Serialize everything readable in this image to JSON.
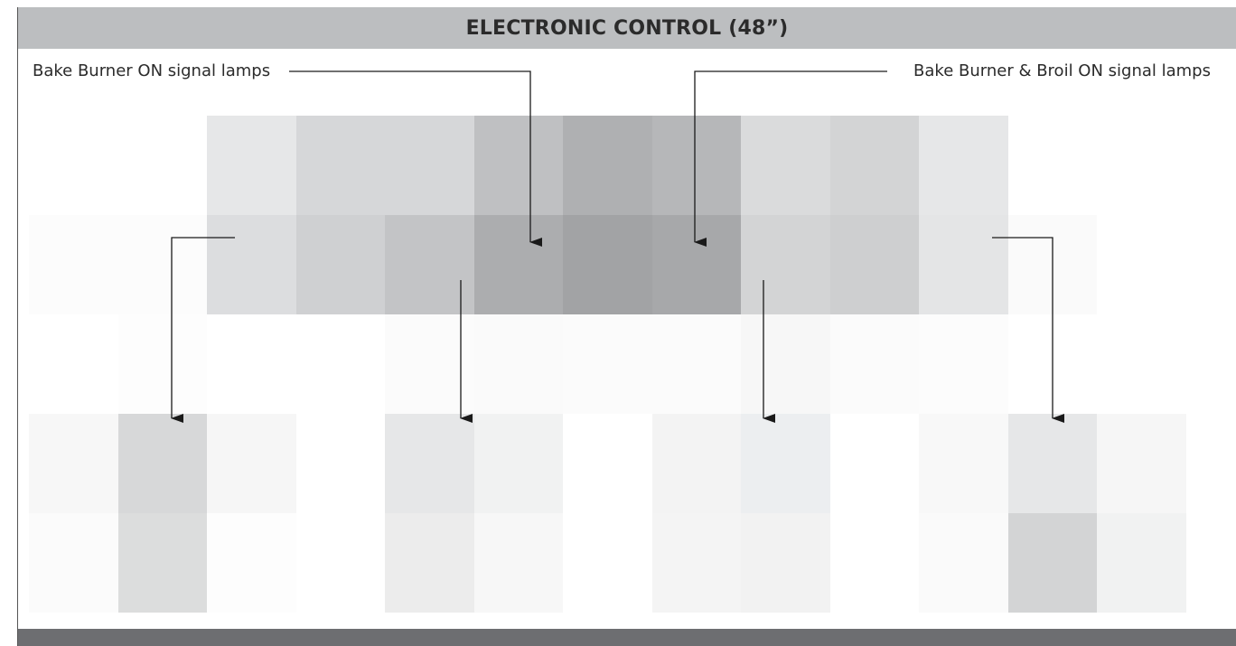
{
  "header": {
    "title": "ELECTRONIC CONTROL (48”)"
  },
  "callouts": {
    "left": "Bake Burner ON signal lamps",
    "right": "Bake Burner & Broil ON signal lamps"
  },
  "tiles": {
    "cols": 13,
    "rows": [
      [
        "#ffffff",
        "#ffffff",
        "#e6e7e8",
        "#d6d7d9",
        "#d6d7d9",
        "#bfc0c2",
        "#afb0b2",
        "#b6b7b9",
        "#dadbdc",
        "#d3d4d5",
        "#e6e7e8",
        "#ffffff",
        "#ffffff"
      ],
      [
        "#fcfcfc",
        "#fcfcfc",
        "#dcdddf",
        "#cfd0d2",
        "#c3c4c6",
        "#acadaf",
        "#a2a3a5",
        "#a7a8aa",
        "#d3d4d5",
        "#cecfd0",
        "#e4e5e6",
        "#fafafa",
        "#ffffff"
      ],
      [
        "#ffffff",
        "#fdfdfd",
        "#ffffff",
        "#ffffff",
        "#fbfbfb",
        "#fafafa",
        "#fbfbfb",
        "#fbfbfb",
        "#f7f7f7",
        "#fbfbfb",
        "#fcfcfc",
        "#ffffff",
        "#ffffff"
      ],
      [
        "#f7f7f7",
        "#d7d8d9",
        "#f6f6f6",
        "#ffffff",
        "#e6e7e8",
        "#f1f2f2",
        "#ffffff",
        "#f3f3f3",
        "#eceef0",
        "#ffffff",
        "#f8f8f8",
        "#e6e7e8",
        "#f6f6f6"
      ],
      [
        "#fbfbfb",
        "#dcdddd",
        "#fdfdfd",
        "#ffffff",
        "#ececec",
        "#f7f7f7",
        "#ffffff",
        "#f4f4f4",
        "#f2f2f2",
        "#ffffff",
        "#fafafa",
        "#d3d4d5",
        "#f1f2f2"
      ]
    ]
  }
}
